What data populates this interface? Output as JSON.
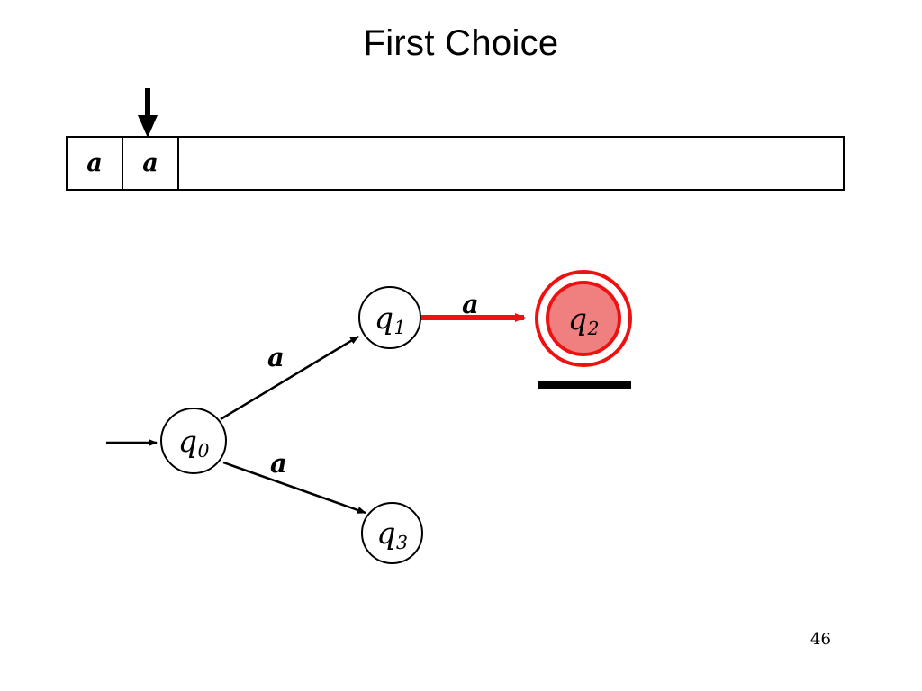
{
  "slide": {
    "title": "First Choice",
    "page_number": "46"
  },
  "tape": {
    "head_icon": "down-arrow-icon",
    "head_position_index": 1,
    "cells": [
      {
        "symbol": "a"
      },
      {
        "symbol": "a"
      },
      {
        "symbol": ""
      }
    ]
  },
  "automaton": {
    "start_arrow_icon": "start-arrow-icon",
    "states": [
      {
        "id": "q0",
        "name": "q",
        "index": "0",
        "accepting": false,
        "highlighted": false
      },
      {
        "id": "q1",
        "name": "q",
        "index": "1",
        "accepting": false,
        "highlighted": false
      },
      {
        "id": "q2",
        "name": "q",
        "index": "2",
        "accepting": true,
        "highlighted": true
      },
      {
        "id": "q3",
        "name": "q",
        "index": "3",
        "accepting": false,
        "highlighted": false
      }
    ],
    "transitions": [
      {
        "from": "q0",
        "to": "q1",
        "label": "a",
        "highlighted": false
      },
      {
        "from": "q0",
        "to": "q3",
        "label": "a",
        "highlighted": false
      },
      {
        "from": "q1",
        "to": "q2",
        "label": "a",
        "highlighted": true
      }
    ],
    "colors": {
      "highlight": "#ee1111",
      "accepting_fill": "#f08080",
      "default_stroke": "#000000"
    }
  }
}
